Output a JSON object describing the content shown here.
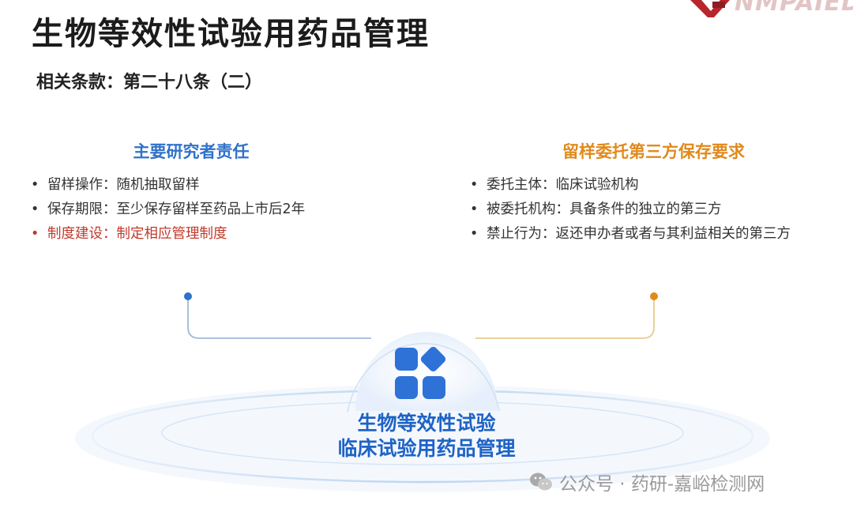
{
  "page": {
    "title": "生物等效性试验用药品管理",
    "clause": "相关条款：第二十八条（二）"
  },
  "logo": {
    "text": "NMPAIED",
    "icon": "nmpa-red-mark"
  },
  "left_panel": {
    "heading": "主要研究者责任",
    "items": [
      {
        "label": "留样操作：随机抽取留样"
      },
      {
        "label": "保存期限：至少保存留样至药品上市后2年"
      },
      {
        "label": "制度建设：制定相应管理制度"
      }
    ]
  },
  "right_panel": {
    "heading": "留样委托第三方保存要求",
    "items": [
      {
        "label": "委托主体：临床试验机构"
      },
      {
        "label": "被委托机构：具备条件的独立的第三方"
      },
      {
        "label": "禁止行为：返还申办者或者与其利益相关的第三方"
      }
    ]
  },
  "hub": {
    "icon": "app-grid-icon",
    "line1": "生物等效性试验",
    "line2": "临床试验用药品管理"
  },
  "watermark": {
    "icon": "wechat-icon",
    "text": "公众号 · 药研-嘉峪检测网"
  },
  "colors": {
    "blue": "#2f72c9",
    "orange": "#e08a1c",
    "red": "#c0392b",
    "title": "#1b1b1b"
  }
}
